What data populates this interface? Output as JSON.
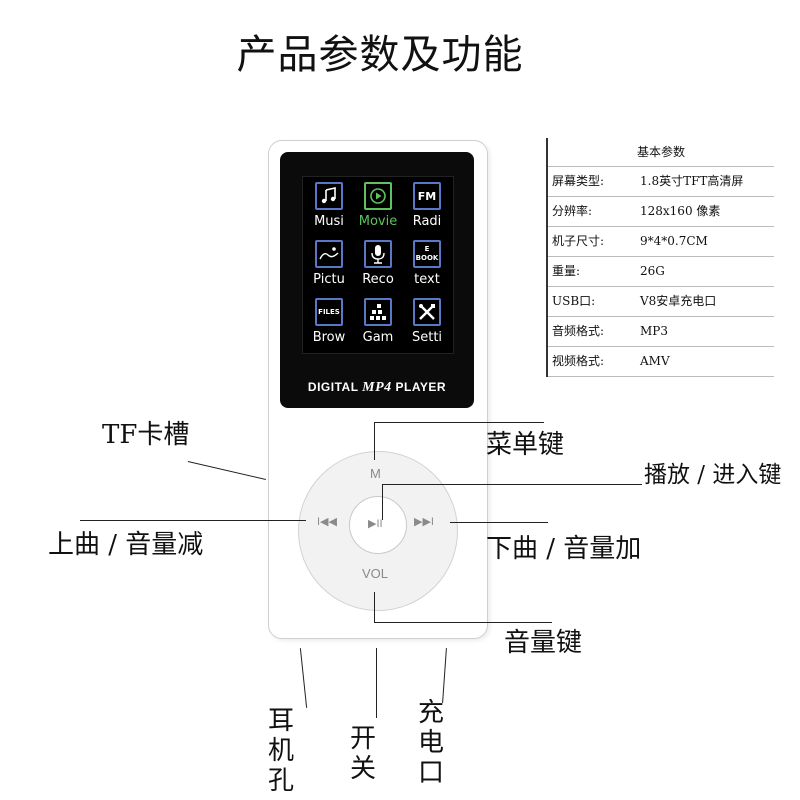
{
  "title": "产品参数及功能",
  "device": {
    "brand_prefix": "DIGITAL",
    "brand_model": "MP4",
    "brand_suffix": "PLAYER",
    "apps": [
      {
        "label": "Musi",
        "icon": "music-icon"
      },
      {
        "label": "Movie",
        "icon": "movie-icon"
      },
      {
        "label": "Radi",
        "icon": "fm-radio-icon",
        "icon_text": "FM"
      },
      {
        "label": "Pictu",
        "icon": "picture-icon"
      },
      {
        "label": "Reco",
        "icon": "microphone-icon"
      },
      {
        "label": "text",
        "icon": "ebook-icon",
        "icon_text": "E\nBOOK"
      },
      {
        "label": "Brow",
        "icon": "files-icon",
        "icon_text": "FILES"
      },
      {
        "label": "Gam",
        "icon": "game-icon"
      },
      {
        "label": "Setti",
        "icon": "settings-icon"
      }
    ],
    "wheel": {
      "top": "M",
      "bottom": "VOL",
      "prev": "I◀◀",
      "next": "▶▶I",
      "center": "▶II"
    }
  },
  "callouts": {
    "tf_slot": "TF卡槽",
    "menu_key": "菜单键",
    "play_enter": "播放 / 进入键",
    "prev_vol_down": "上曲 / 音量减",
    "next_vol_up": "下曲 / 音量加",
    "volume_key": "音量键",
    "headphone_jack": "耳机孔",
    "power_switch": "开关",
    "charging_port": "充电口"
  },
  "specs": {
    "title": "基本参数",
    "rows": [
      {
        "key": "屏幕类型:",
        "value": "1.8英寸TFT高清屏"
      },
      {
        "key": "分辨率:",
        "value": "128x160 像素"
      },
      {
        "key": "机子尺寸:",
        "value": "9*4*0.7CM"
      },
      {
        "key": "重量:",
        "value": "26G"
      },
      {
        "key": "USB口:",
        "value": "V8安卓充电口"
      },
      {
        "key": "音频格式:",
        "value": "MP3"
      },
      {
        "key": "视频格式:",
        "value": "AMV"
      }
    ]
  },
  "colors": {
    "icon_border": "#5a77c8",
    "movie_icon": "#5ec25e"
  }
}
